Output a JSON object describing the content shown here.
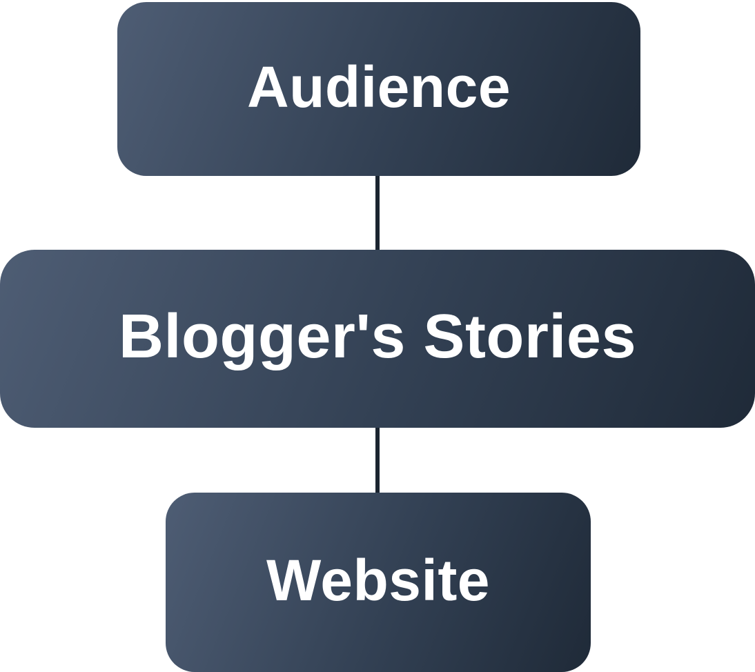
{
  "diagram": {
    "type": "flowchart",
    "direction": "top-down",
    "colors": {
      "bg": "#ffffff",
      "node_grad_start": "#4e5d74",
      "node_grad_mid": "#324053",
      "node_grad_end": "#1f2a38",
      "node_text": "#ffffff",
      "connector": "#1b2530"
    },
    "nodes": [
      {
        "id": "audience",
        "label": "Audience"
      },
      {
        "id": "bloggers-stories",
        "label": "Blogger's Stories"
      },
      {
        "id": "website",
        "label": "Website"
      }
    ],
    "edges": [
      {
        "from": "audience",
        "to": "bloggers-stories"
      },
      {
        "from": "bloggers-stories",
        "to": "website"
      }
    ]
  }
}
